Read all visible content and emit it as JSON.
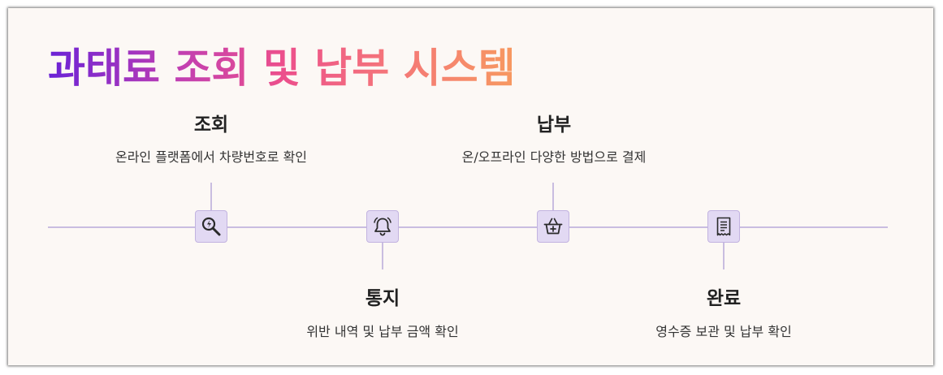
{
  "title": "과태료 조회 및 납부 시스템",
  "steps": [
    {
      "title": "조회",
      "description": "온라인 플랫폼에서 차량번호로 확인",
      "icon": "search-icon",
      "position": "top"
    },
    {
      "title": "통지",
      "description": "위반 내역 및 납부 금액 확인",
      "icon": "bell-icon",
      "position": "bottom"
    },
    {
      "title": "납부",
      "description": "온/오프라인 다양한 방법으로 결제",
      "icon": "basket-icon",
      "position": "top"
    },
    {
      "title": "완료",
      "description": "영수증 보관 및 납부 확인",
      "icon": "receipt-icon",
      "position": "bottom"
    }
  ],
  "colors": {
    "background": "#fcf8f5",
    "line": "#c9bde0",
    "node_fill": "#e2d9f3",
    "gradient_start": "#6a22d6",
    "gradient_end": "#f79960"
  }
}
